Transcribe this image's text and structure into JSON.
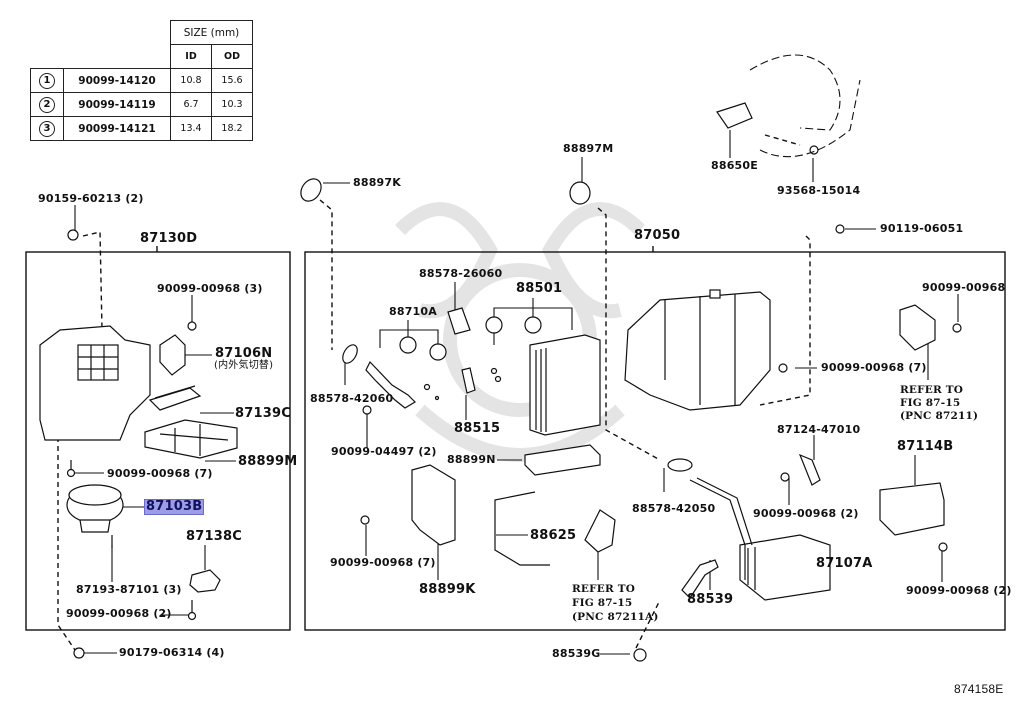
{
  "diagram_id": "874158E",
  "size_table": {
    "header": "SIZE (mm)",
    "columns": [
      "ID",
      "OD"
    ],
    "rows": [
      {
        "ref": "1",
        "part": "90099-14120",
        "id": "10.8",
        "od": "15.6"
      },
      {
        "ref": "2",
        "part": "90099-14119",
        "id": "6.7",
        "od": "10.3"
      },
      {
        "ref": "3",
        "part": "90099-14121",
        "id": "13.4",
        "od": "18.2"
      }
    ]
  },
  "left_group": {
    "title": "87130D",
    "parts": {
      "bolt_top": "90159-60213 (2)",
      "screw_3": "90099-00968 (3)",
      "servo": "87106N",
      "servo_note": "(内外気切替)",
      "filter": "87139C",
      "filter_case": "88899M",
      "screw_7": "90099-00968 (7)",
      "blower_motor": "87103B",
      "resistor": "87138C",
      "motor_screw": "87193-87101 (3)",
      "screw_2": "90099-00968 (2)",
      "nut_bottom": "90179-06314 (4)"
    }
  },
  "right_group": {
    "title": "87050",
    "parts": {
      "grommet_k": "88897K",
      "grommet_m": "88897M",
      "amb_sensor": "88650E",
      "amb_screw": "93568-15014",
      "bolt_top": "90119-06051",
      "plate_26060": "88578-26060",
      "evaporator": "88501",
      "exp_valve": "88710A",
      "plate_42060": "88578-42060",
      "thermistor": "88515",
      "bolt_04497": "90099-04497 (2)",
      "evap_case": "88899N",
      "screw_7a": "90099-00968 (7)",
      "servo_k": "88899K",
      "wire": "88625",
      "refer_a": [
        "REFER TO",
        "FIG 87-15",
        "(PNC 87211A)"
      ],
      "plate_42050": "88578-42050",
      "heater_core": "87107A",
      "hose": "88539",
      "hose_clip": "88539G",
      "clamp": "87124-47010",
      "screw_2a": "90099-00968 (2)",
      "cover": "87114B",
      "screw_2b": "90099-00968 (2)",
      "screw_7b": "90099-00968 (7)",
      "screw_top_right": "90099-00968",
      "refer_b": [
        "REFER TO",
        "FIG 87-15",
        "(PNC 87211)"
      ]
    }
  }
}
